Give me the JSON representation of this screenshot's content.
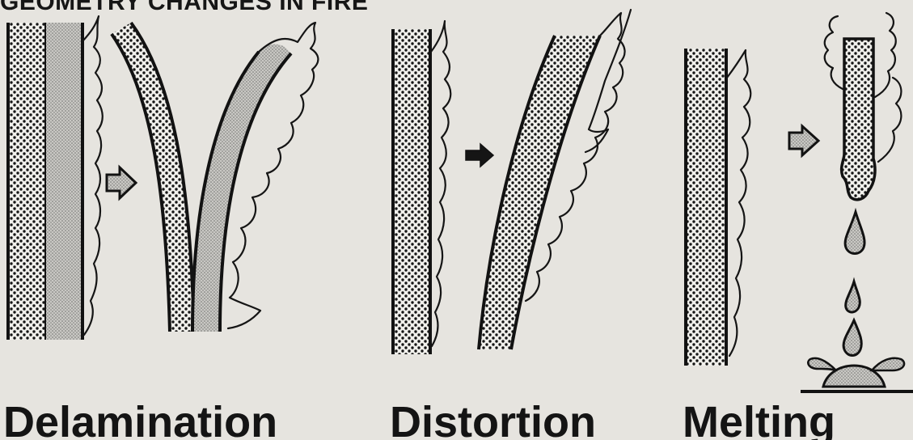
{
  "title": "GEOMETRY CHANGES IN FIRE",
  "panels": [
    {
      "id": "delamination",
      "caption": "Delamination"
    },
    {
      "id": "distortion",
      "caption": "Distortion"
    },
    {
      "id": "melting",
      "caption": "Melting"
    }
  ],
  "colors": {
    "background": "#e6e4df",
    "ink": "#141414",
    "fine_stipple": "#a9a9a7",
    "arrow_fill": "#777777"
  }
}
